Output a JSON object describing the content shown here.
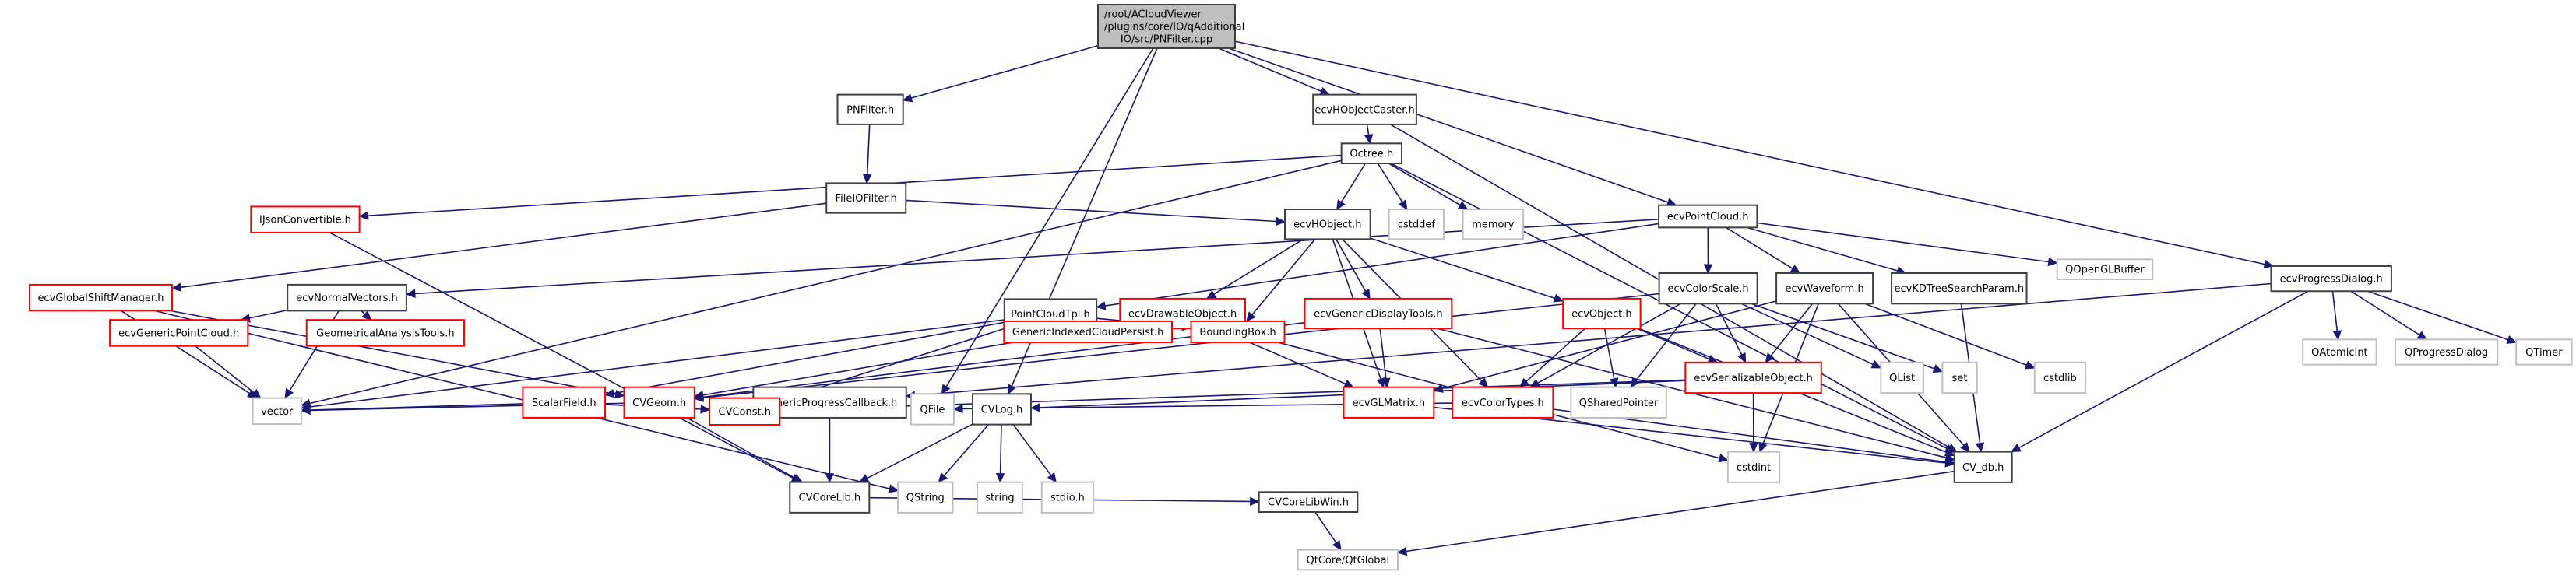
{
  "diagram": {
    "title": "/root/ACloudViewer/plugins/core/IO/qAdditionalIO/src/PNFilter.cpp",
    "edge_color": "#191970",
    "node_styles": {
      "root": {
        "fill": "#bfbfbf",
        "border": "#404040"
      },
      "normal": {
        "fill": "#ffffff",
        "border": "#404040"
      },
      "truncated": {
        "fill": "#ffffff",
        "border": "#ff0000"
      },
      "external": {
        "fill": "#ffffff",
        "border": "#bfbfbf"
      }
    },
    "nodes": [
      {
        "id": "root",
        "lines": [
          "/root/ACloudViewer",
          "/plugins/core/IO/qAdditional",
          "IO/src/PNFilter.cpp"
        ],
        "style": "root"
      },
      {
        "id": "PNFilter.h",
        "lines": [
          "PNFilter.h"
        ],
        "style": "normal"
      },
      {
        "id": "FileIOFilter.h",
        "lines": [
          "FileIOFilter.h"
        ],
        "style": "normal"
      },
      {
        "id": "ecvHObjectCaster.h",
        "lines": [
          "ecvHObjectCaster.h"
        ],
        "style": "normal"
      },
      {
        "id": "Octree.h",
        "lines": [
          "Octree.h"
        ],
        "style": "normal"
      },
      {
        "id": "IJsonConvertible.h",
        "lines": [
          "IJsonConvertible.h"
        ],
        "style": "truncated"
      },
      {
        "id": "ecvHObject.h",
        "lines": [
          "ecvHObject.h"
        ],
        "style": "normal"
      },
      {
        "id": "cstddef",
        "lines": [
          "cstddef"
        ],
        "style": "external"
      },
      {
        "id": "memory",
        "lines": [
          "memory"
        ],
        "style": "external"
      },
      {
        "id": "ecvPointCloud.h",
        "lines": [
          "ecvPointCloud.h"
        ],
        "style": "normal"
      },
      {
        "id": "ecvProgressDialog.h",
        "lines": [
          "ecvProgressDialog.h"
        ],
        "style": "normal"
      },
      {
        "id": "ecvGlobalShiftManager.h",
        "lines": [
          "ecvGlobalShiftManager.h"
        ],
        "style": "truncated"
      },
      {
        "id": "ecvNormalVectors.h",
        "lines": [
          "ecvNormalVectors.h"
        ],
        "style": "normal"
      },
      {
        "id": "PointCloudTpl.h",
        "lines": [
          "PointCloudTpl.h"
        ],
        "style": "normal"
      },
      {
        "id": "ecvDrawableObject.h",
        "lines": [
          "ecvDrawableObject.h"
        ],
        "style": "truncated"
      },
      {
        "id": "ecvGenericDisplayTools.h",
        "lines": [
          "ecvGenericDisplayTools.h"
        ],
        "style": "truncated"
      },
      {
        "id": "ecvObject.h",
        "lines": [
          "ecvObject.h"
        ],
        "style": "truncated"
      },
      {
        "id": "ecvColorScale.h",
        "lines": [
          "ecvColorScale.h"
        ],
        "style": "normal"
      },
      {
        "id": "ecvWaveform.h",
        "lines": [
          "ecvWaveform.h"
        ],
        "style": "normal"
      },
      {
        "id": "ecvKDTreeSearchParam.h",
        "lines": [
          "ecvKDTreeSearchParam.h"
        ],
        "style": "normal"
      },
      {
        "id": "QOpenGLBuffer",
        "lines": [
          "QOpenGLBuffer"
        ],
        "style": "external"
      },
      {
        "id": "ecvGenericPointCloud.h",
        "lines": [
          "ecvGenericPointCloud.h"
        ],
        "style": "truncated"
      },
      {
        "id": "GeometricalAnalysisTools.h",
        "lines": [
          "GeometricalAnalysisTools.h"
        ],
        "style": "truncated"
      },
      {
        "id": "ScalarField.h",
        "lines": [
          "ScalarField.h"
        ],
        "style": "truncated"
      },
      {
        "id": "CVGeom.h",
        "lines": [
          "CVGeom.h"
        ],
        "style": "truncated"
      },
      {
        "id": "GenericProgressCallback.h",
        "lines": [
          "GenericProgressCallback.h"
        ],
        "style": "normal"
      },
      {
        "id": "GenericIndexedCloudPersist.h",
        "lines": [
          "GenericIndexedCloudPersist.h"
        ],
        "style": "truncated"
      },
      {
        "id": "BoundingBox.h",
        "lines": [
          "BoundingBox.h"
        ],
        "style": "truncated"
      },
      {
        "id": "ecvGLMatrix.h",
        "lines": [
          "ecvGLMatrix.h"
        ],
        "style": "truncated"
      },
      {
        "id": "ecvColorTypes.h",
        "lines": [
          "ecvColorTypes.h"
        ],
        "style": "truncated"
      },
      {
        "id": "QSharedPointer",
        "lines": [
          "QSharedPointer"
        ],
        "style": "external"
      },
      {
        "id": "ecvSerializableObject.h",
        "lines": [
          "ecvSerializableObject.h"
        ],
        "style": "truncated"
      },
      {
        "id": "QList",
        "lines": [
          "QList"
        ],
        "style": "external"
      },
      {
        "id": "set",
        "lines": [
          "set"
        ],
        "style": "external"
      },
      {
        "id": "cstdlib",
        "lines": [
          "cstdlib"
        ],
        "style": "external"
      },
      {
        "id": "QAtomicInt",
        "lines": [
          "QAtomicInt"
        ],
        "style": "external"
      },
      {
        "id": "QProgressDialog",
        "lines": [
          "QProgressDialog"
        ],
        "style": "external"
      },
      {
        "id": "QTimer",
        "lines": [
          "QTimer"
        ],
        "style": "external"
      },
      {
        "id": "vector",
        "lines": [
          "vector"
        ],
        "style": "external"
      },
      {
        "id": "CVConst.h",
        "lines": [
          "CVConst.h"
        ],
        "style": "truncated"
      },
      {
        "id": "QFile",
        "lines": [
          "QFile"
        ],
        "style": "external"
      },
      {
        "id": "CVLog.h",
        "lines": [
          "CVLog.h"
        ],
        "style": "normal"
      },
      {
        "id": "cstdint",
        "lines": [
          "cstdint"
        ],
        "style": "external"
      },
      {
        "id": "CV_db.h",
        "lines": [
          "CV_db.h"
        ],
        "style": "normal"
      },
      {
        "id": "CVCoreLib.h",
        "lines": [
          "CVCoreLib.h"
        ],
        "style": "normal"
      },
      {
        "id": "QString",
        "lines": [
          "QString"
        ],
        "style": "external"
      },
      {
        "id": "string",
        "lines": [
          "string"
        ],
        "style": "external"
      },
      {
        "id": "stdio.h",
        "lines": [
          "stdio.h"
        ],
        "style": "external"
      },
      {
        "id": "CVCoreLibWin.h",
        "lines": [
          "CVCoreLibWin.h"
        ],
        "style": "normal"
      },
      {
        "id": "QtCore/QtGlobal",
        "lines": [
          "QtCore/QtGlobal"
        ],
        "style": "external"
      }
    ],
    "edges": [
      [
        "root",
        "PNFilter.h"
      ],
      [
        "root",
        "ecvHObjectCaster.h"
      ],
      [
        "root",
        "ecvPointCloud.h"
      ],
      [
        "root",
        "ecvProgressDialog.h"
      ],
      [
        "root",
        "QFile"
      ],
      [
        "root",
        "CVLog.h"
      ],
      [
        "PNFilter.h",
        "FileIOFilter.h"
      ],
      [
        "FileIOFilter.h",
        "ecvHObject.h"
      ],
      [
        "FileIOFilter.h",
        "ecvGlobalShiftManager.h"
      ],
      [
        "ecvHObjectCaster.h",
        "Octree.h"
      ],
      [
        "ecvHObjectCaster.h",
        "CV_db.h"
      ],
      [
        "Octree.h",
        "ecvHObject.h"
      ],
      [
        "Octree.h",
        "cstddef"
      ],
      [
        "Octree.h",
        "memory"
      ],
      [
        "Octree.h",
        "IJsonConvertible.h"
      ],
      [
        "Octree.h",
        "vector"
      ],
      [
        "Octree.h",
        "CV_db.h"
      ],
      [
        "IJsonConvertible.h",
        "CVCoreLib.h"
      ],
      [
        "ecvHObject.h",
        "ecvDrawableObject.h"
      ],
      [
        "ecvHObject.h",
        "BoundingBox.h"
      ],
      [
        "ecvHObject.h",
        "ecvGenericDisplayTools.h"
      ],
      [
        "ecvHObject.h",
        "ecvGLMatrix.h"
      ],
      [
        "ecvHObject.h",
        "ecvColorTypes.h"
      ],
      [
        "ecvHObject.h",
        "ecvObject.h"
      ],
      [
        "ecvPointCloud.h",
        "ecvNormalVectors.h"
      ],
      [
        "ecvPointCloud.h",
        "PointCloudTpl.h"
      ],
      [
        "ecvPointCloud.h",
        "ecvColorScale.h"
      ],
      [
        "ecvPointCloud.h",
        "ecvWaveform.h"
      ],
      [
        "ecvPointCloud.h",
        "ecvKDTreeSearchParam.h"
      ],
      [
        "ecvPointCloud.h",
        "QOpenGLBuffer"
      ],
      [
        "ecvProgressDialog.h",
        "QAtomicInt"
      ],
      [
        "ecvProgressDialog.h",
        "QProgressDialog"
      ],
      [
        "ecvProgressDialog.h",
        "QTimer"
      ],
      [
        "ecvProgressDialog.h",
        "CV_db.h"
      ],
      [
        "ecvProgressDialog.h",
        "GenericProgressCallback.h"
      ],
      [
        "ecvGlobalShiftManager.h",
        "vector"
      ],
      [
        "ecvGlobalShiftManager.h",
        "CVGeom.h"
      ],
      [
        "ecvGlobalShiftManager.h",
        "QString"
      ],
      [
        "ecvNormalVectors.h",
        "ecvGenericPointCloud.h"
      ],
      [
        "ecvNormalVectors.h",
        "GeometricalAnalysisTools.h"
      ],
      [
        "ecvNormalVectors.h",
        "vector"
      ],
      [
        "ecvGenericPointCloud.h",
        "vector"
      ],
      [
        "PointCloudTpl.h",
        "GenericIndexedCloudPersist.h"
      ],
      [
        "PointCloudTpl.h",
        "BoundingBox.h"
      ],
      [
        "PointCloudTpl.h",
        "ScalarField.h"
      ],
      [
        "PointCloudTpl.h",
        "CVConst.h"
      ],
      [
        "PointCloudTpl.h",
        "vector"
      ],
      [
        "ecvDrawableObject.h",
        "ecvGLMatrix.h"
      ],
      [
        "ecvDrawableObject.h",
        "CVGeom.h"
      ],
      [
        "ecvGenericDisplayTools.h",
        "ecvGLMatrix.h"
      ],
      [
        "ecvGenericDisplayTools.h",
        "CVGeom.h"
      ],
      [
        "ecvGenericDisplayTools.h",
        "CV_db.h"
      ],
      [
        "ecvObject.h",
        "ecvColorTypes.h"
      ],
      [
        "ecvObject.h",
        "QSharedPointer"
      ],
      [
        "ecvObject.h",
        "ecvSerializableObject.h"
      ],
      [
        "ecvObject.h",
        "CV_db.h"
      ],
      [
        "ecvColorScale.h",
        "ecvColorTypes.h"
      ],
      [
        "ecvColorScale.h",
        "QSharedPointer"
      ],
      [
        "ecvColorScale.h",
        "ecvSerializableObject.h"
      ],
      [
        "ecvColorScale.h",
        "QList"
      ],
      [
        "ecvColorScale.h",
        "set"
      ],
      [
        "ecvColorScale.h",
        "CVGeom.h"
      ],
      [
        "ecvWaveform.h",
        "ecvSerializableObject.h"
      ],
      [
        "ecvWaveform.h",
        "cstdlib"
      ],
      [
        "ecvWaveform.h",
        "cstdint"
      ],
      [
        "ecvWaveform.h",
        "CV_db.h"
      ],
      [
        "ecvWaveform.h",
        "ecvGLMatrix.h"
      ],
      [
        "ecvKDTreeSearchParam.h",
        "CV_db.h"
      ],
      [
        "ScalarField.h",
        "CVConst.h"
      ],
      [
        "ScalarField.h",
        "vector"
      ],
      [
        "CVGeom.h",
        "CVCoreLib.h"
      ],
      [
        "CVGeom.h",
        "vector"
      ],
      [
        "GenericProgressCallback.h",
        "CVConst.h"
      ],
      [
        "GenericProgressCallback.h",
        "CVCoreLib.h"
      ],
      [
        "BoundingBox.h",
        "cstdint"
      ],
      [
        "ecvGLMatrix.h",
        "CV_db.h"
      ],
      [
        "ecvColorTypes.h",
        "CV_db.h"
      ],
      [
        "ecvColorTypes.h",
        "QFile"
      ],
      [
        "ecvSerializableObject.h",
        "cstdint"
      ],
      [
        "ecvSerializableObject.h",
        "CVLog.h"
      ],
      [
        "ecvSerializableObject.h",
        "CVConst.h"
      ],
      [
        "CVLog.h",
        "CVCoreLib.h"
      ],
      [
        "CVLog.h",
        "QString"
      ],
      [
        "CVLog.h",
        "string"
      ],
      [
        "CVLog.h",
        "stdio.h"
      ],
      [
        "CVCoreLib.h",
        "CVCoreLibWin.h"
      ],
      [
        "CVCoreLibWin.h",
        "QtCore/QtGlobal"
      ],
      [
        "CV_db.h",
        "QtCore/QtGlobal"
      ]
    ]
  }
}
